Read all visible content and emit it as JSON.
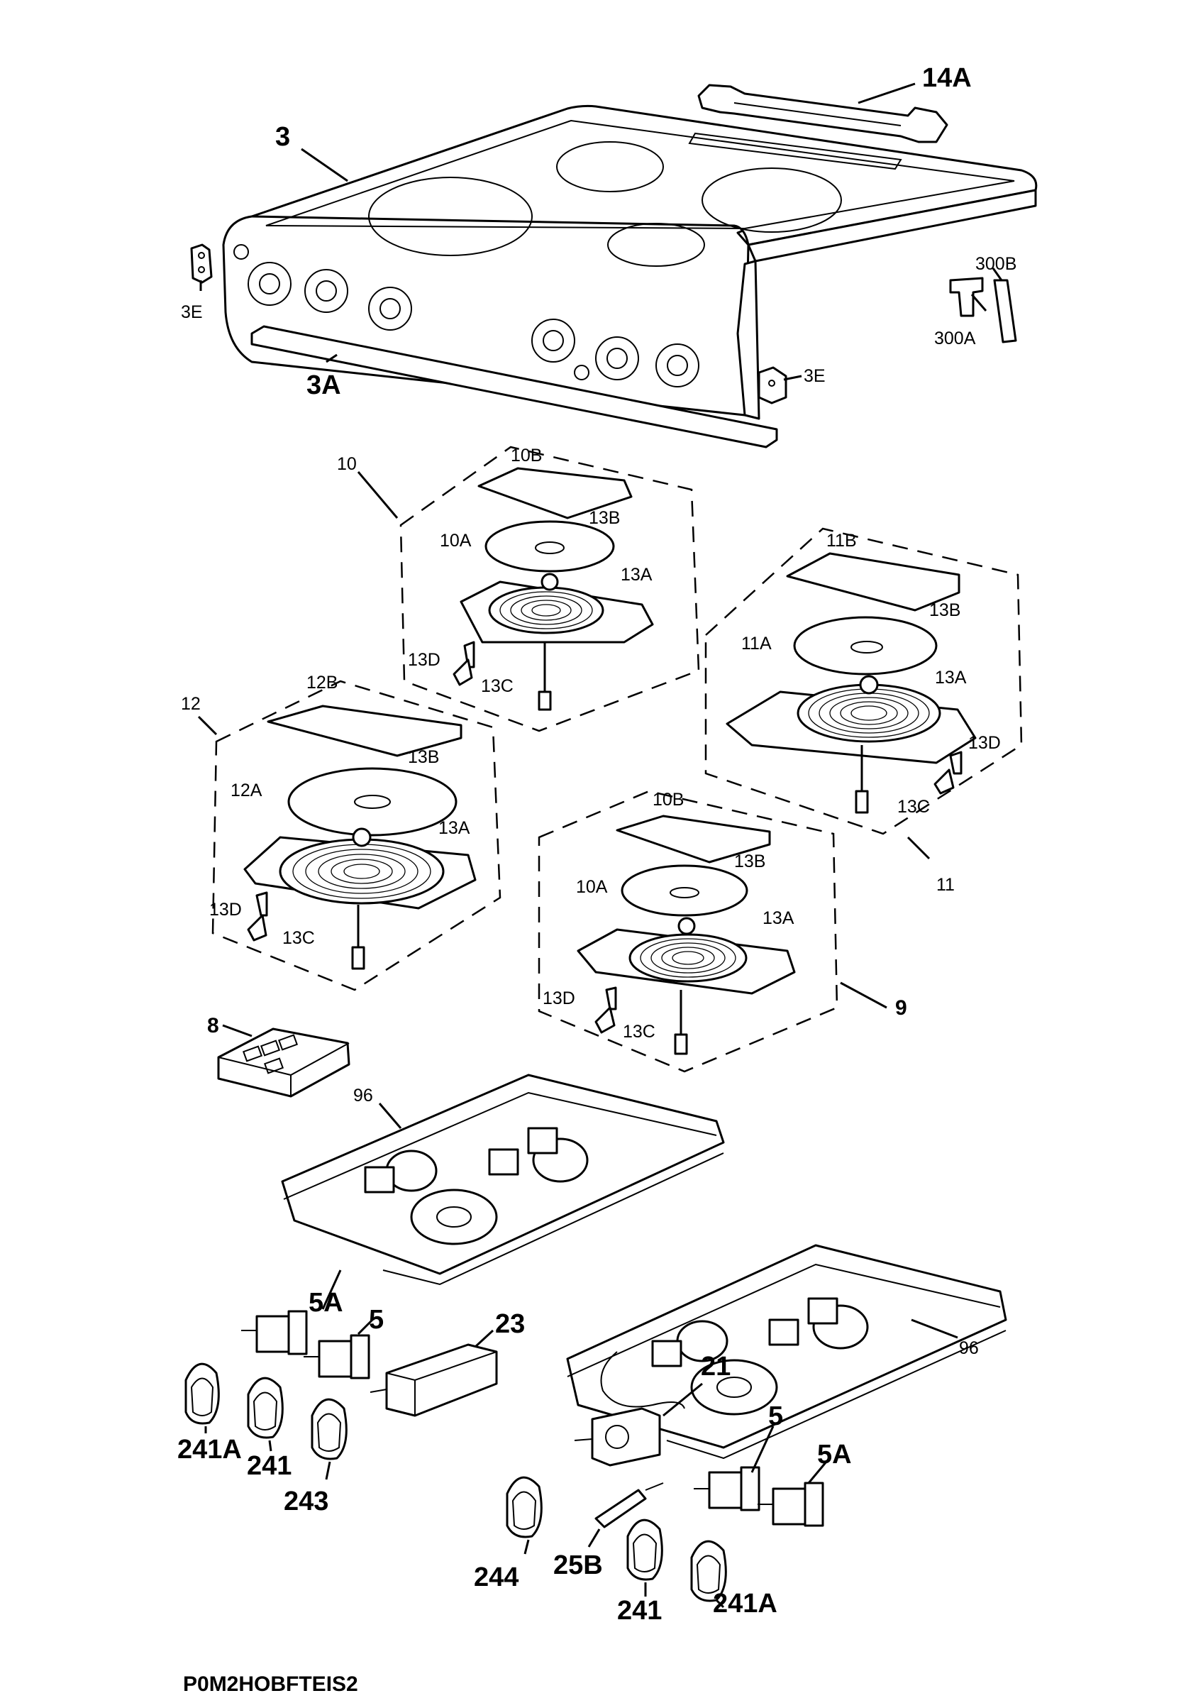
{
  "diagram_code": "P0M2HOBFTEIS2",
  "labels": {
    "cooktop": "3",
    "control_strip": "14A",
    "bracket_left": "3E",
    "bracket_right": "3E",
    "front_trim": "3A",
    "clip": "300B",
    "clip_base": "300A",
    "element_10": "10",
    "element_10_cover": "10B",
    "element_10_plate": "10A",
    "element_10_sensor": "13B",
    "element_10_knob": "13A",
    "element_10_screw": "13D",
    "element_10_clamp": "13C",
    "element_11": "11",
    "element_11_cover": "11B",
    "element_11_plate": "11A",
    "element_11_sensor": "13B",
    "element_11_knob": "13A",
    "element_11_screw": "13D",
    "element_11_clamp": "13C",
    "element_12": "12",
    "element_12_cover": "12B",
    "element_12_plate": "12A",
    "element_12_sensor": "13B",
    "element_12_knob": "13A",
    "element_12_screw": "13D",
    "element_12_clamp": "13C",
    "element_9": "9",
    "element_9_cover": "10B",
    "element_9_plate": "10A",
    "element_9_sensor": "13B",
    "element_9_knob": "13A",
    "element_9_screw": "13D",
    "element_9_clamp": "13C",
    "control_board": "8",
    "power_module_left": "96",
    "power_module_right": "96",
    "switch_5a_left": "5A",
    "switch_5_left": "5",
    "regulator": "23",
    "knob_241a_left": "241A",
    "knob_241_left": "241",
    "knob_243": "243",
    "thermostat": "21",
    "switch_5_right": "5",
    "switch_5a_right": "5A",
    "knob_244": "244",
    "lamp": "25B",
    "knob_241_right": "241",
    "knob_241a_right": "241A"
  }
}
